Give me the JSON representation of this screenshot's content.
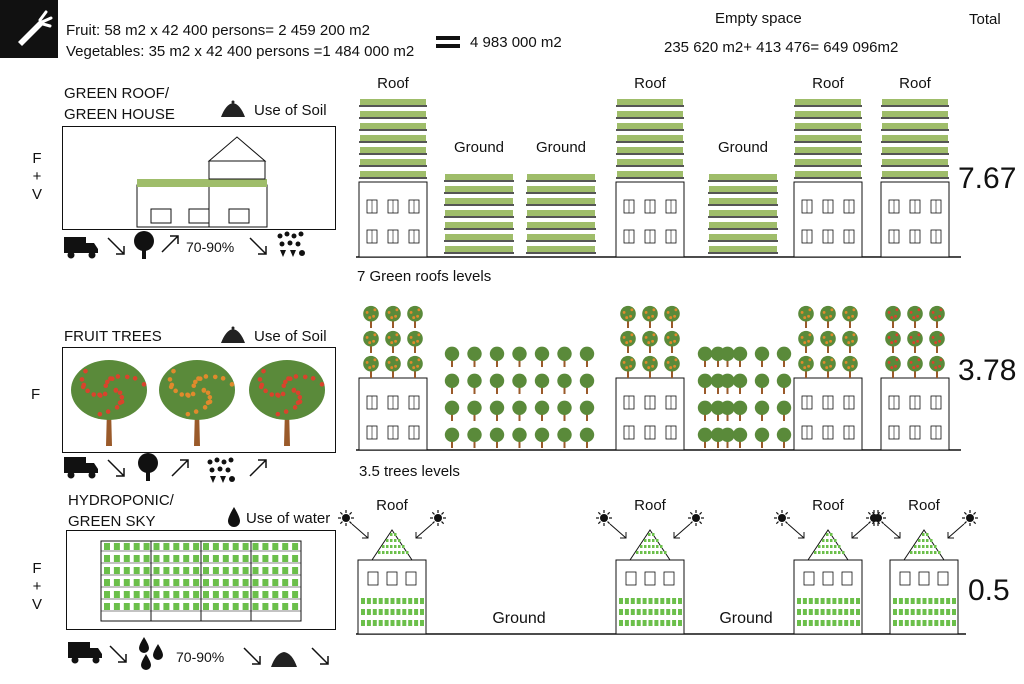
{
  "header": {
    "logo_icon": "carrot-icon",
    "fruit_line": "Fruit: 58 m2 x 42 400 persons= 2 459 200 m2",
    "veg_line": "Vegetables: 35 m2 x 42 400 persons =1 484 000 m2",
    "equals_total": "4 983 000 m2",
    "empty_title": "Empty space",
    "empty_calc": "235 620 m2+ 413 476= 649 096m2",
    "total_title": "Total"
  },
  "sections": [
    {
      "title_line1": "GREEN ROOF/",
      "title_line2": "GREEN HOUSE",
      "use_label": "Use of Soil",
      "use_icon": "soil-pile-icon",
      "side_label": [
        "F",
        "+",
        "V"
      ],
      "percent": "70-90%",
      "level_note": "7 Green roofs levels",
      "total_value": "7.67",
      "roof_label": "Roof",
      "ground_label": "Ground"
    },
    {
      "title_line1": "FRUIT TREES",
      "use_label": "Use of Soil",
      "use_icon": "soil-pile-icon",
      "side_label": [
        "F"
      ],
      "level_note": "3.5 trees levels",
      "total_value": "3.78"
    },
    {
      "title_line1": "HYDROPONIC/",
      "title_line2": "GREEN SKY",
      "use_label": "Use of water",
      "use_icon": "water-drop-icon",
      "side_label": [
        "F",
        "+",
        "V"
      ],
      "percent": "70-90%",
      "total_value": "0.5",
      "roof_label": "Roof",
      "ground_label": "Ground"
    }
  ],
  "colors": {
    "green": "#8fb25a",
    "roof_green": "#9fbd6a",
    "tree_leaf": "#5a8a3a",
    "apple": "#d9432c",
    "fruit_orange": "#e08a2c",
    "trunk": "#9a5a2a",
    "hydro_green": "#6bbf4a"
  }
}
